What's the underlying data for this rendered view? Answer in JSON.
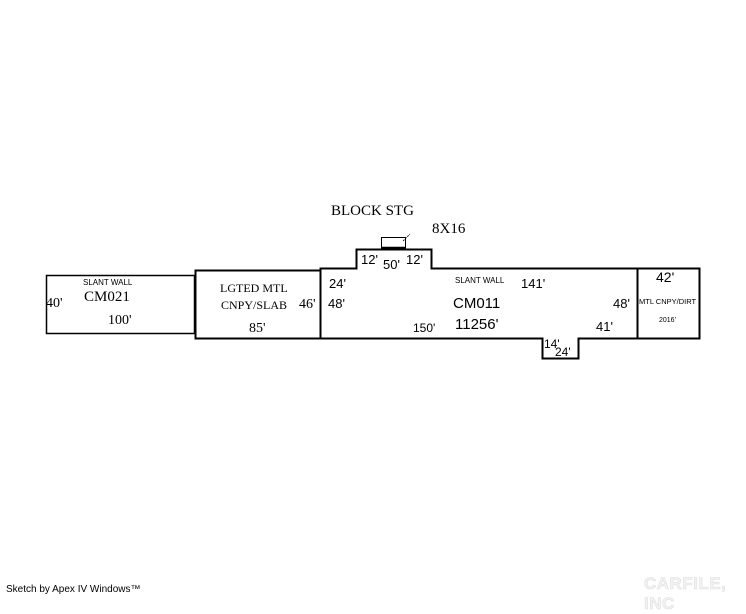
{
  "sketch": {
    "title_label": "BLOCK STG",
    "storage_size": "8X16",
    "areas": [
      {
        "id": "CM021",
        "code": "CM021",
        "description": "SLANT WALL",
        "dims": {
          "left": "40'",
          "bottom": "100'"
        }
      },
      {
        "id": "lgted-mtl-cnpy",
        "description_line1": "LGTED MTL",
        "description_line2": "CNPY/SLAB",
        "dims": {
          "right": "46'",
          "bottom": "85'"
        }
      },
      {
        "id": "CM011",
        "code": "CM011",
        "description": "SLANT WALL",
        "area": "11256'",
        "dims": {
          "left_upper": "24'",
          "left_lower": "48'",
          "top": "141'",
          "right": "48'",
          "bottom_left": "150'",
          "bottom_right": "41'",
          "top_bump_left": "12'",
          "top_bump_width": "50'",
          "top_bump_right": "12'",
          "bottom_bump_depth": "14'",
          "bottom_bump_width": "24'"
        }
      },
      {
        "id": "mtl-cnpy-dirt",
        "description": "MTL CNPY/DIRT",
        "area": "2016'",
        "dims": {
          "top": "42'"
        }
      }
    ],
    "colors": {
      "line": "#000000",
      "background": "#ffffff"
    }
  },
  "footer": {
    "credit": "Sketch by Apex IV Windows™",
    "watermark": "CARFILE, INC"
  }
}
